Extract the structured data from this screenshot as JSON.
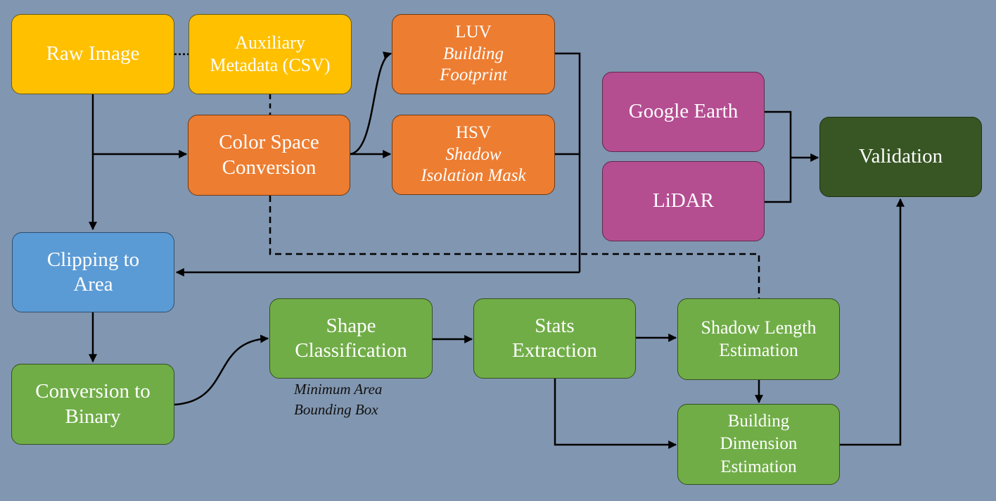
{
  "nodes": {
    "raw_image": "Raw Image",
    "aux_line1": "Auxiliary",
    "aux_line2": "Metadata (CSV)",
    "luv_title": "LUV",
    "luv_sub1": "Building",
    "luv_sub2": "Footprint",
    "hsv_title": "HSV",
    "hsv_sub1": "Shadow",
    "hsv_sub2": "Isolation Mask",
    "csc_line1": "Color Space",
    "csc_line2": "Conversion",
    "google_earth": "Google Earth",
    "lidar": "LiDAR",
    "validation": "Validation",
    "clip_line1": "Clipping to",
    "clip_line2": "Area",
    "bin_line1": "Conversion to",
    "bin_line2": "Binary",
    "shape_line1": "Shape",
    "shape_line2": "Classification",
    "stats_line1": "Stats",
    "stats_line2": "Extraction",
    "shadow_line1": "Shadow Length",
    "shadow_line2": "Estimation",
    "bde_line1": "Building",
    "bde_line2": "Dimension",
    "bde_line3": "Estimation"
  },
  "annotation": {
    "line1": "Minimum Area",
    "line2": "Bounding Box"
  },
  "colors": {
    "background": "#8196b0",
    "input": "#ffc000",
    "color_space": "#ed7d31",
    "clipping": "#5b9bd5",
    "processing": "#70ad47",
    "reference": "#b54d91",
    "validation": "#375623"
  }
}
